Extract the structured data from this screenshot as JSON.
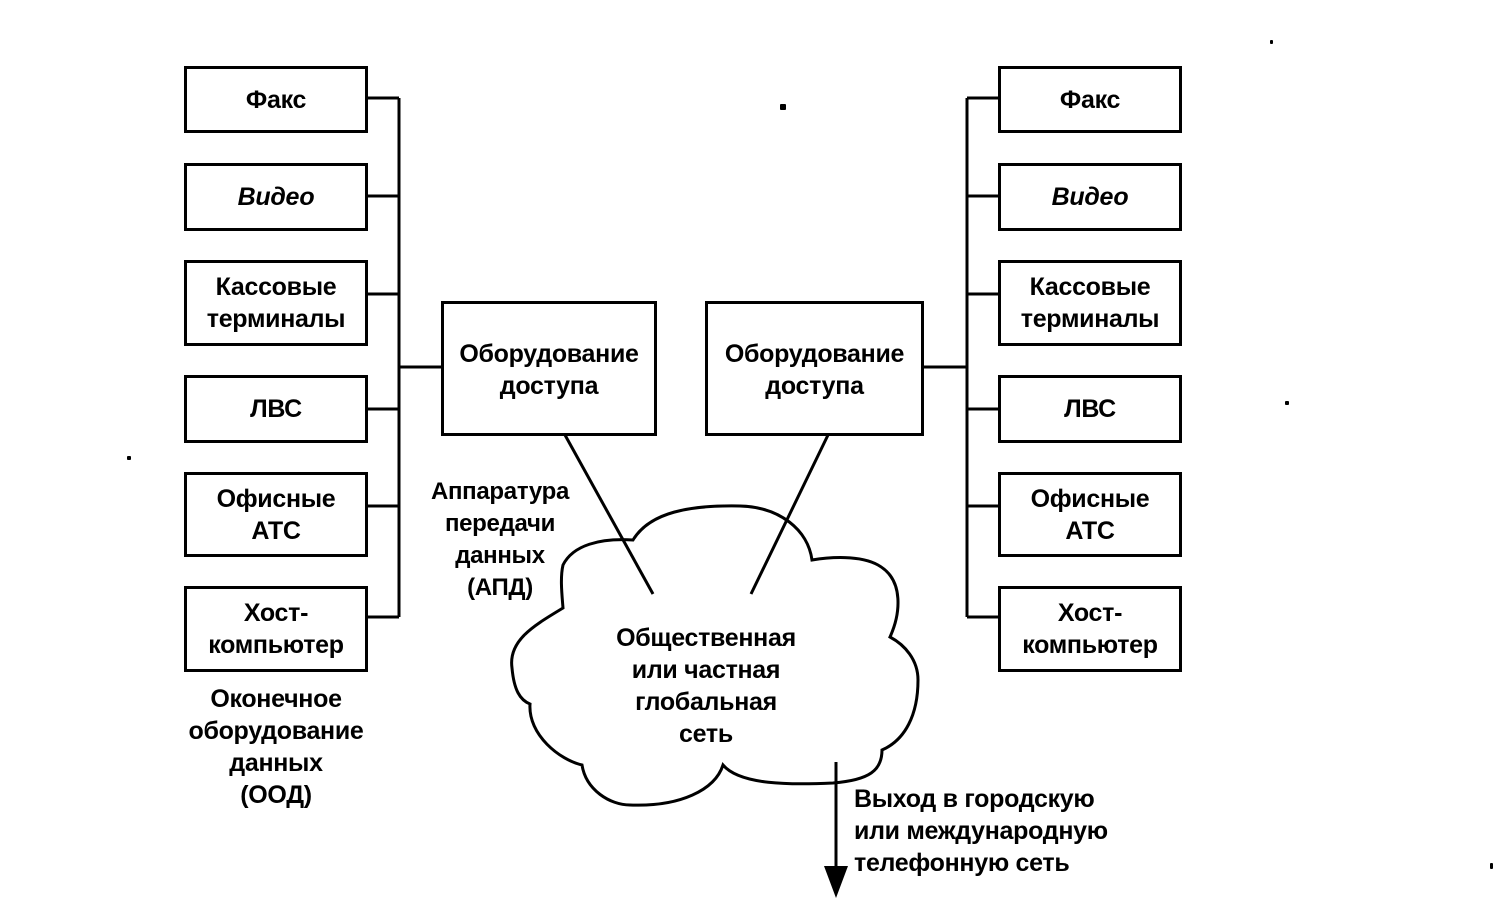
{
  "diagram": {
    "left_terminals": [
      {
        "id": "fax",
        "label": "Факс"
      },
      {
        "id": "video",
        "label": "Видео"
      },
      {
        "id": "pos",
        "label": "Кассовые\nтерминалы"
      },
      {
        "id": "lan",
        "label": "ЛВС"
      },
      {
        "id": "pbx",
        "label": "Офисные\nАТС"
      },
      {
        "id": "host",
        "label": "Хост-\nкомпьютер"
      }
    ],
    "right_terminals": [
      {
        "id": "fax",
        "label": "Факс"
      },
      {
        "id": "video",
        "label": "Видео"
      },
      {
        "id": "pos",
        "label": "Кассовые\nтерминалы"
      },
      {
        "id": "lan",
        "label": "ЛВС"
      },
      {
        "id": "pbx",
        "label": "Офисные\nАТС"
      },
      {
        "id": "host",
        "label": "Хост-\nкомпьютер"
      }
    ],
    "access_left": {
      "label": "Оборудование\nдоступа"
    },
    "access_right": {
      "label": "Оборудование\nдоступа"
    },
    "dte_caption": "Оконечное\nоборудование\nданных\n(ООД)",
    "dce_caption": "Аппаратура\nпередачи\nданных\n(АПД)",
    "network": {
      "label": "Общественная\nили частная\nглобальная\nсеть"
    },
    "exit_caption": "Выход в городскую\nили международную\nтелефонную сеть",
    "edges": [
      {
        "from": "left_terminals",
        "to": "access_left",
        "type": "bus"
      },
      {
        "from": "right_terminals",
        "to": "access_right",
        "type": "bus"
      },
      {
        "from": "access_left",
        "to": "network",
        "type": "line"
      },
      {
        "from": "access_right",
        "to": "network",
        "type": "line"
      },
      {
        "from": "network",
        "to": "exit",
        "type": "arrow"
      }
    ]
  }
}
